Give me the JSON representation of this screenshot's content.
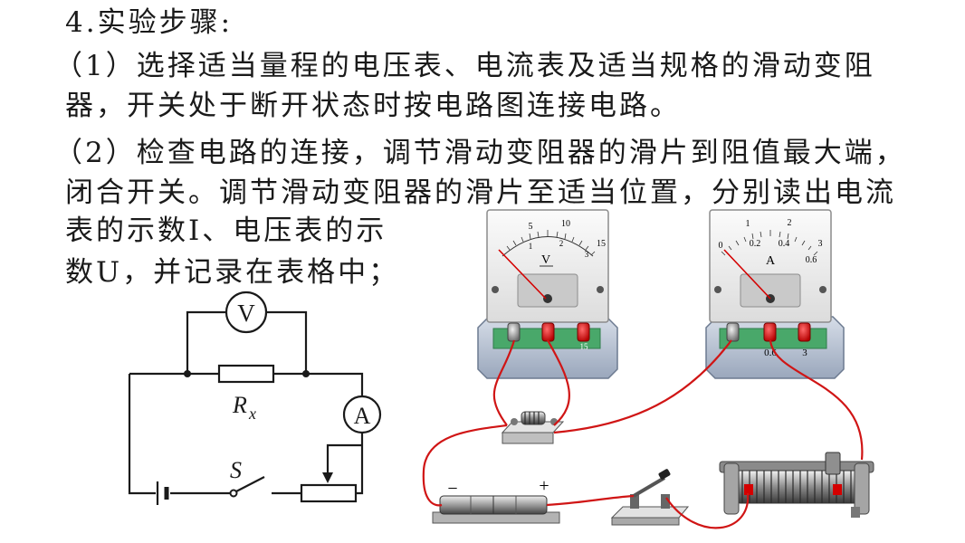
{
  "text": {
    "heading": "4.实验步骤:",
    "step1_line1": "（1）选择适当量程的电压表、电流表及适当规格的滑动变阻",
    "step1_line2": "器，开关处于断开状态时按电路图连接电路。",
    "step2_line1": "（2）检查电路的连接，调节滑动变阻器的滑片到阻值最大端，",
    "step2_line2": "闭合开关。调节滑动变阻器的滑片至适当位置，分别读出电流",
    "step2_line3": "表的示数I、电压表的示",
    "step2_line4": "数U，并记录在表格中；"
  },
  "schematic": {
    "voltmeter_symbol": "V",
    "ammeter_symbol": "A",
    "resistor_label": "R",
    "resistor_subscript": "x",
    "switch_label": "S"
  },
  "voltmeter": {
    "scale_upper": [
      "5",
      "10",
      "15"
    ],
    "scale_lower": [
      "1",
      "2",
      "3"
    ],
    "symbol": "V",
    "terminal_label": "15"
  },
  "ammeter": {
    "scale_upper": [
      "1",
      "2",
      "3"
    ],
    "scale_lower": [
      "0.2",
      "0.4",
      "0.6"
    ],
    "zero_label": "0",
    "symbol": "A",
    "terminal_labels": [
      "0.6",
      "3"
    ]
  },
  "battery": {
    "minus": "−",
    "plus": "+"
  }
}
